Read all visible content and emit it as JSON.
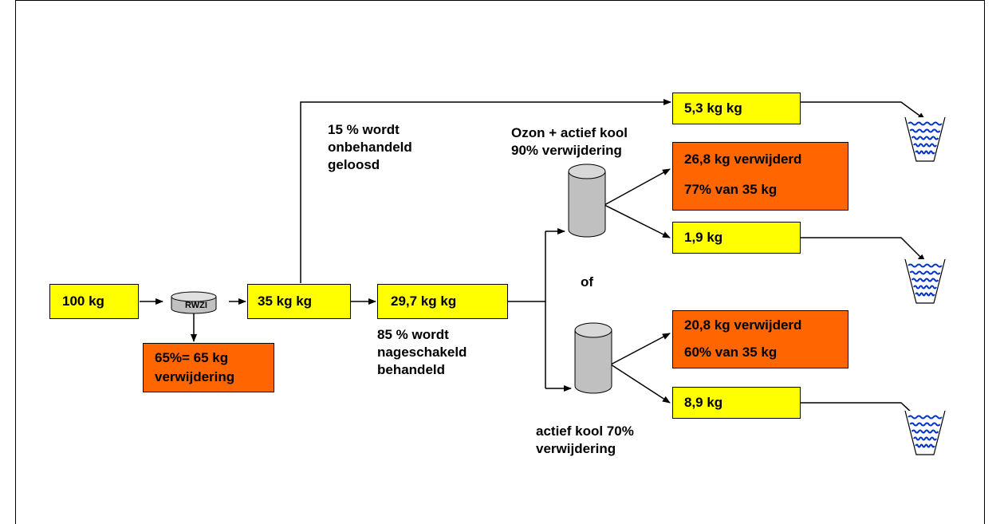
{
  "input": {
    "label": "100 kg"
  },
  "rwzi": {
    "label": "RWZI",
    "removed_line1": "65%= 65 kg",
    "removed_line2": "verwijdering"
  },
  "after_rwzi": {
    "label": "35 kg kg"
  },
  "after_split": {
    "label": "29,7  kg kg"
  },
  "bypass": {
    "line1": "15 % wordt",
    "line2": "onbehandeld",
    "line3": "geloosd",
    "discharge": "5,3  kg kg"
  },
  "treated": {
    "line1": "85 % wordt",
    "line2": "nageschakeld",
    "line3": "behandeld"
  },
  "ozone": {
    "line1": "Ozon + actief kool",
    "line2": "90% verwijdering",
    "removed_line1": "26,8  kg verwijderd",
    "removed_line2": "77% van 35 kg",
    "discharge": "1,9  kg"
  },
  "or_label": "of",
  "carbon": {
    "line1": "actief kool 70%",
    "line2": "verwijdering",
    "removed_line1": "20,8  kg verwijderd",
    "removed_line2": "60% van 35 kg",
    "discharge": "8,9  kg"
  },
  "colors": {
    "yellow": "#ffff00",
    "orange": "#ff6600",
    "cylinder": "#c0c0c0",
    "water": "#0033cc"
  },
  "icons": [
    "rwzi-tank-icon",
    "ozone-filter-icon",
    "carbon-filter-icon",
    "water-basin-icon"
  ]
}
